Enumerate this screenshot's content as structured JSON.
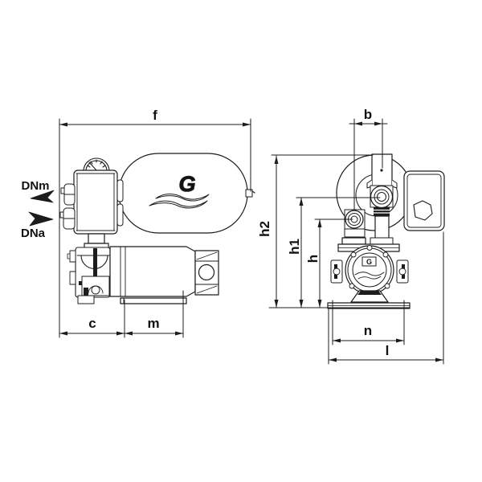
{
  "diagram": {
    "type": "technical-dimension-drawing",
    "subject": "booster pump unit with horizontal pressure tank, side view and end view",
    "brand_logo": "G",
    "colors": {
      "line": "#1c1c1c",
      "background": "#ffffff"
    },
    "labels": {
      "f": "f",
      "b": "b",
      "h2": "h2",
      "h1": "h1",
      "h": "h",
      "c": "c",
      "m": "m",
      "n": "n",
      "l": "l",
      "dnm": "DNm",
      "dna": "DNa"
    }
  }
}
